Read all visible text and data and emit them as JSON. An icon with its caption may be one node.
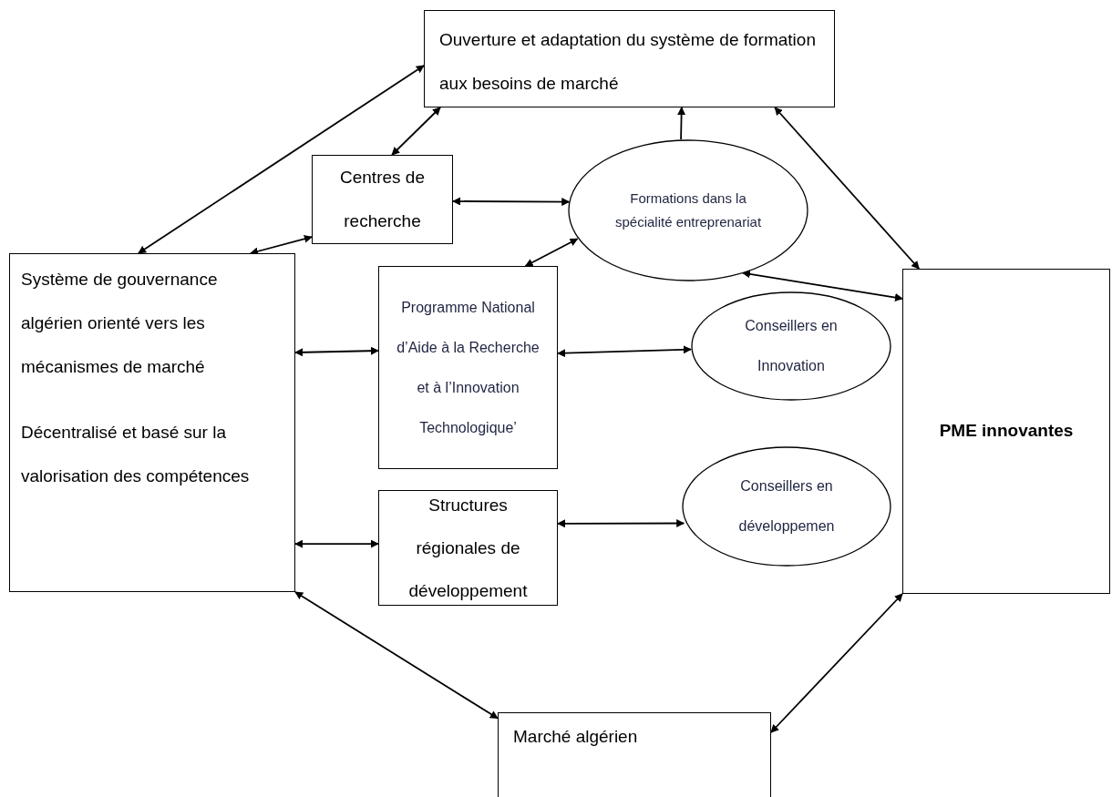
{
  "diagram": {
    "nodes": [
      {
        "text": [
          "Ouverture et  adaptation du système de formation aux besoins de marché"
        ]
      },
      {
        "text": [
          "Centres de recherche"
        ]
      },
      {
        "text": [
          "Formations dans la spécialité entreprenariat"
        ]
      },
      {
        "text": [
          "Système de gouvernance algérien orienté vers les mécanismes de marché",
          "Décentralisé et basé sur la valorisation des compétences"
        ]
      },
      {
        "text": [
          "Programme National d’Aide à la Recherche et à l’Innovation Technologique’"
        ]
      },
      {
        "text": [
          "Conseillers en Innovation"
        ]
      },
      {
        "text": [
          "Structures régionales de développement"
        ]
      },
      {
        "text": [
          "Conseillers en développemen"
        ]
      },
      {
        "text": [
          "PME innovantes"
        ]
      },
      {
        "text": [
          "Marché algérien"
        ]
      }
    ],
    "edges": [
      {
        "from": 3,
        "to": 0,
        "arrow": "both"
      },
      {
        "from": 1,
        "to": 0,
        "arrow": "both"
      },
      {
        "from": 3,
        "to": 1,
        "arrow": "both"
      },
      {
        "from": 1,
        "to": 2,
        "arrow": "both"
      },
      {
        "from": 4,
        "to": 2,
        "arrow": "both"
      },
      {
        "from": 2,
        "to": 0,
        "arrow": "to"
      },
      {
        "from": 0,
        "to": 8,
        "arrow": "both"
      },
      {
        "from": 2,
        "to": 8,
        "arrow": "both"
      },
      {
        "from": 3,
        "to": 4,
        "arrow": "both"
      },
      {
        "from": 4,
        "to": 5,
        "arrow": "both"
      },
      {
        "from": 3,
        "to": 6,
        "arrow": "both"
      },
      {
        "from": 6,
        "to": 7,
        "arrow": "both"
      },
      {
        "from": 3,
        "to": 9,
        "arrow": "both"
      },
      {
        "from": 8,
        "to": 9,
        "arrow": "both"
      }
    ]
  }
}
